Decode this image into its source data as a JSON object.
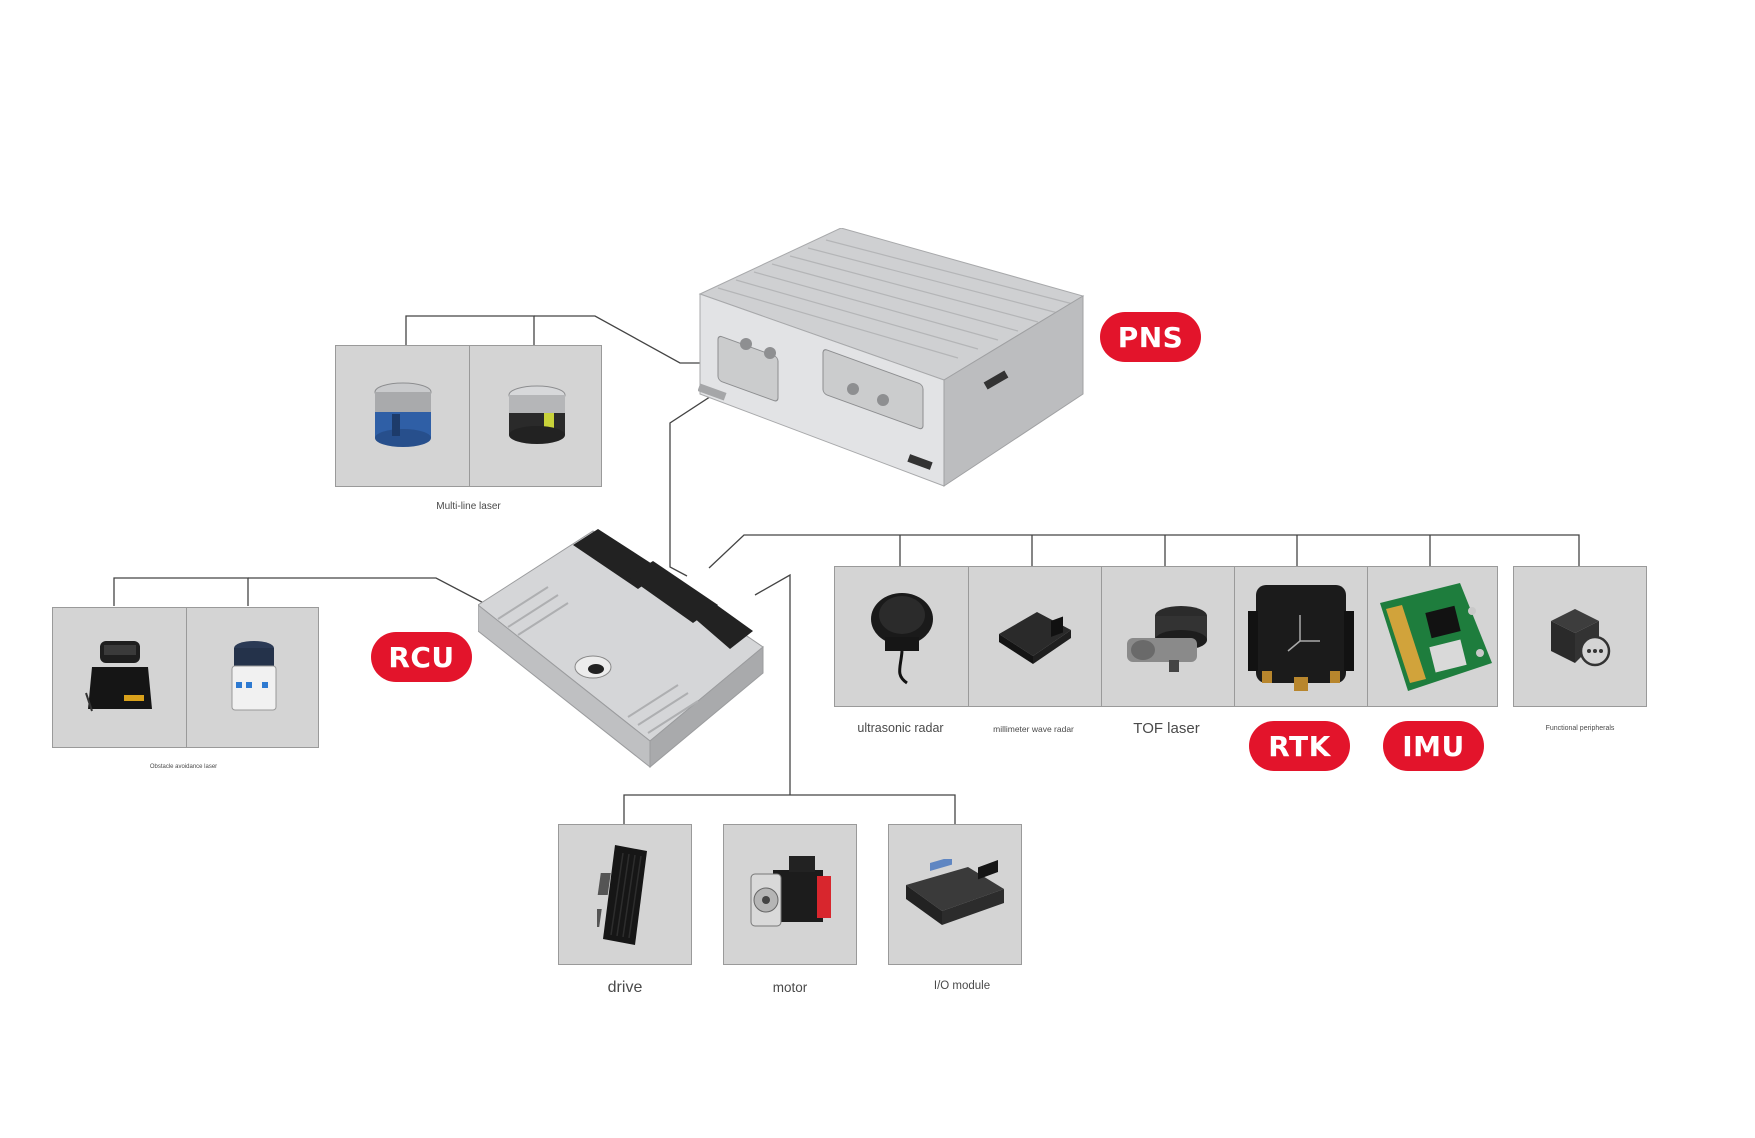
{
  "colors": {
    "panel_bg": "#d4d4d4",
    "panel_border": "#9a9a9a",
    "wire": "#444444",
    "badge": "#e3142b",
    "badge_text": "#ffffff"
  },
  "badges": {
    "pns": "PNS",
    "rcu": "RCU",
    "rtk": "RTK",
    "imu": "IMU"
  },
  "groups": {
    "multi_line_laser": {
      "label": "Multi-line laser",
      "items": [
        "lidar-blue-icon",
        "lidar-yellow-icon"
      ]
    },
    "obstacle_avoidance_laser": {
      "label": "Obstacle avoidance laser",
      "items": [
        "safety-scanner-black-icon",
        "safety-scanner-white-icon"
      ]
    },
    "sensors": [
      {
        "label": "ultrasonic radar",
        "icon": "ultrasonic-sensor-icon"
      },
      {
        "label": "millimeter wave radar",
        "icon": "mmwave-radar-icon"
      },
      {
        "label": "TOF laser",
        "icon": "tof-lidar-icon"
      },
      {
        "label": "",
        "icon": "rtk-receiver-icon"
      },
      {
        "label": "",
        "icon": "imu-board-icon"
      }
    ],
    "functional_peripherals": {
      "label": "Functional peripherals",
      "icon": "cube-more-icon"
    },
    "actuators": [
      {
        "label": "drive",
        "icon": "servo-drive-icon"
      },
      {
        "label": "motor",
        "icon": "servo-motor-icon"
      },
      {
        "label": "I/O module",
        "icon": "io-module-icon"
      }
    ]
  },
  "devices": {
    "pns": {
      "icon": "pns-controller-icon"
    },
    "rcu": {
      "icon": "rcu-controller-icon"
    }
  }
}
